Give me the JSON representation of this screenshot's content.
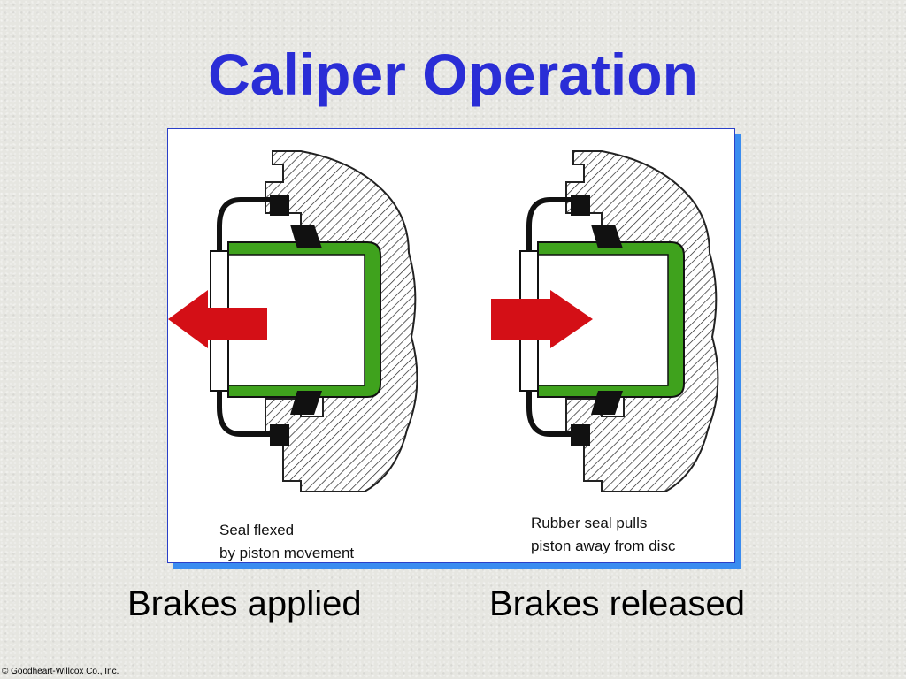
{
  "title": "Caliper Operation",
  "colors": {
    "title": "#2a2dd6",
    "arrow": "#d40f16",
    "piston": "#3fa21d",
    "seal": "#111111",
    "panel_border": "#2a3fc8",
    "panel_shadow": "#3a8cf0"
  },
  "diagram": {
    "left": {
      "note_line1": "Seal flexed",
      "note_line2": "by piston movement",
      "arrow_direction": "left"
    },
    "right": {
      "note_line1": "Rubber seal pulls",
      "note_line2": "piston away from disc",
      "arrow_direction": "right"
    }
  },
  "captions": {
    "left": "Brakes applied",
    "right": "Brakes released"
  },
  "copyright": "© Goodheart-Willcox Co., Inc."
}
